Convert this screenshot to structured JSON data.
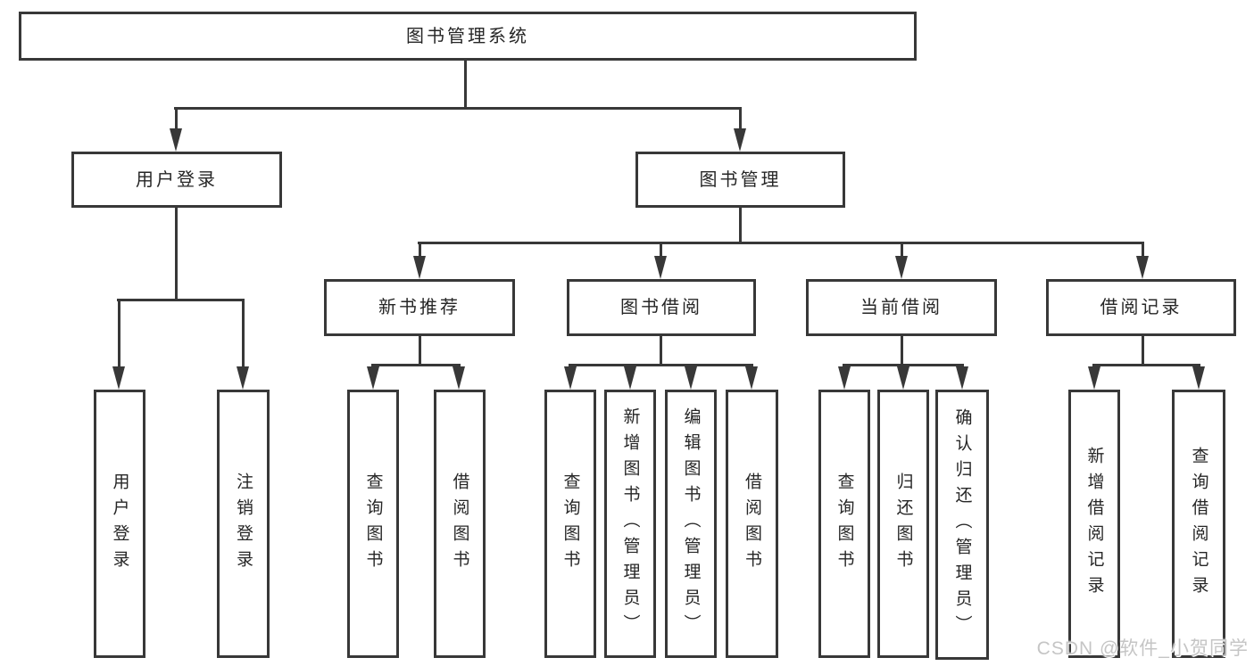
{
  "diagram_title": "图书管理系统",
  "tree": {
    "label": "图书管理系统",
    "children": [
      {
        "label": "用户登录",
        "children": [
          {
            "label": "用户登录"
          },
          {
            "label": "注销登录"
          }
        ]
      },
      {
        "label": "图书管理",
        "children": [
          {
            "label": "新书推荐",
            "children": [
              {
                "label": "查询图书"
              },
              {
                "label": "借阅图书"
              }
            ]
          },
          {
            "label": "图书借阅",
            "children": [
              {
                "label": "查询图书"
              },
              {
                "label": "新增图书（管理员）"
              },
              {
                "label": "编辑图书（管理员）"
              },
              {
                "label": "借阅图书"
              }
            ]
          },
          {
            "label": "当前借阅",
            "children": [
              {
                "label": "查询图书"
              },
              {
                "label": "归还图书"
              },
              {
                "label": "确认归还（管理员）"
              }
            ]
          },
          {
            "label": "借阅记录",
            "children": [
              {
                "label": "新增借阅记录"
              },
              {
                "label": "查询借阅记录"
              }
            ]
          }
        ]
      }
    ]
  },
  "watermark": {
    "text": "CSDN @软件_小贺同学"
  },
  "colors": {
    "line": "#383838",
    "text": "#262626",
    "background": "#ffffff",
    "watermark": "#c5c5c5"
  }
}
